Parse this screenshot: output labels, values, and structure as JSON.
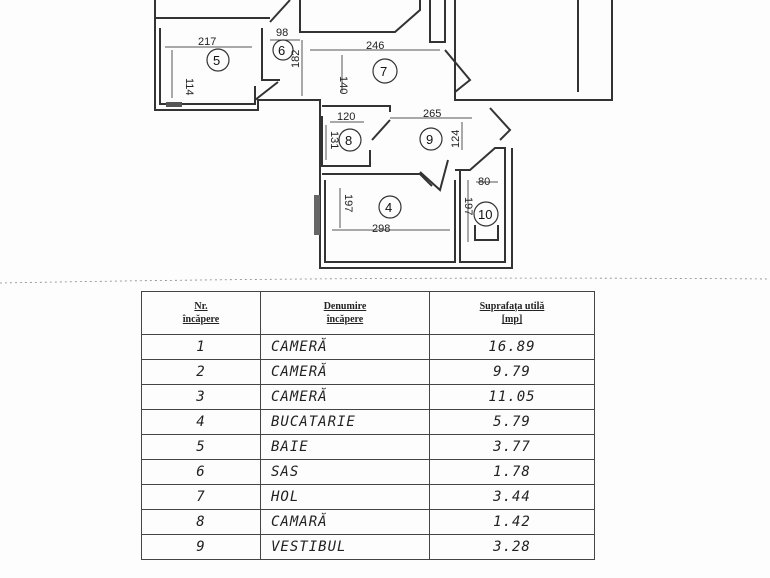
{
  "floor_plan": {
    "rooms": [
      {
        "number": "5"
      },
      {
        "number": "6"
      },
      {
        "number": "7"
      },
      {
        "number": "8"
      },
      {
        "number": "9"
      },
      {
        "number": "4"
      },
      {
        "number": "10"
      }
    ],
    "dimensions": [
      "217",
      "114",
      "98",
      "182",
      "246",
      "140",
      "265",
      "120",
      "131",
      "124",
      "80",
      "197",
      "298",
      "197"
    ]
  },
  "table": {
    "headers": {
      "nr": [
        "Nr.",
        "încăpere"
      ],
      "name": [
        "Denumire",
        "încăpere"
      ],
      "area": [
        "Suprafața utilă",
        "[mp]"
      ]
    },
    "rows": [
      {
        "nr": "1",
        "name": "CAMERĂ",
        "area": "16.89"
      },
      {
        "nr": "2",
        "name": "CAMERĂ",
        "area": "9.79"
      },
      {
        "nr": "3",
        "name": "CAMERĂ",
        "area": "11.05"
      },
      {
        "nr": "4",
        "name": "BUCATARIE",
        "area": "5.79"
      },
      {
        "nr": "5",
        "name": "BAIE",
        "area": "3.77"
      },
      {
        "nr": "6",
        "name": "SAS",
        "area": "1.78"
      },
      {
        "nr": "7",
        "name": "HOL",
        "area": "3.44"
      },
      {
        "nr": "8",
        "name": "CAMARĂ",
        "area": "1.42"
      },
      {
        "nr": "9",
        "name": "VESTIBUL",
        "area": "3.28"
      }
    ]
  }
}
